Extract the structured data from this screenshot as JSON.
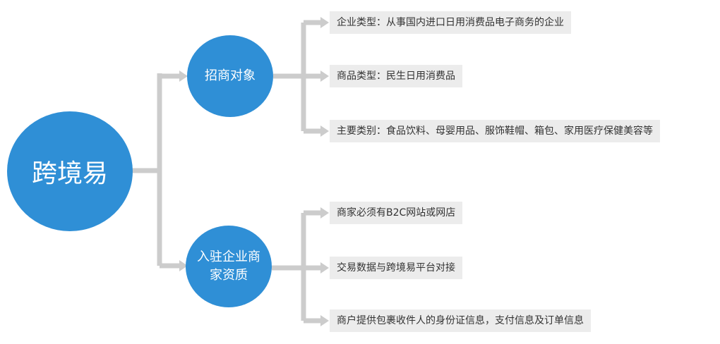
{
  "root": {
    "label": "跨境易"
  },
  "branches": [
    {
      "label": "招商对象",
      "leaves": [
        "企业类型：从事国内进口日用消费品电子商务的企业",
        "商品类型：民生日用消费品",
        "主要类别：食品饮料、母婴用品、服饰鞋帽、箱包、家用医疗保健美容等"
      ]
    },
    {
      "label": "入驻企业商家资质",
      "leaves": [
        "商家必须有B2C网站或网店",
        "交易数据与跨境易平台对接",
        "商户提供包裹收件人的身份证信息，支付信息及订单信息"
      ]
    }
  ],
  "colors": {
    "node": "#2f8fd6",
    "connector": "#cccccc",
    "leaf_bg": "#ececec",
    "text": "#333333"
  }
}
